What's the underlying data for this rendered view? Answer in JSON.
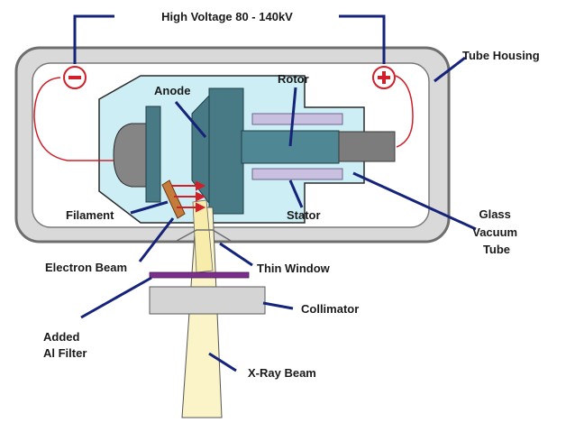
{
  "labels": {
    "high_voltage": "High Voltage 80 - 140kV",
    "tube_housing": "Tube Housing",
    "anode": "Anode",
    "rotor": "Rotor",
    "stator": "Stator",
    "filament": "Filament",
    "glass_vacuum_tube": [
      "Glass",
      "Vacuum",
      "Tube"
    ],
    "electron_beam": "Electron Beam",
    "thin_window": "Thin Window",
    "collimator": "Collimator",
    "added_al_filter": [
      "Added",
      "Al Filter"
    ],
    "xray_beam": "X-Ray Beam"
  },
  "terminals": {
    "negative": "−",
    "positive": "+"
  },
  "colors": {
    "wire": "#16237a",
    "housing_fill": "#d9d9d9",
    "housing_stroke": "#6e6e6e",
    "glass_tube": "#cceef4",
    "anode_teal": "#487a85",
    "rotor_teal": "#4f8894",
    "stator_lilac": "#c9c0e0",
    "cathode_grey": "#858585",
    "terminal_red": "#d0202a",
    "filament_orange": "#c57b3c",
    "beam_yellow": "#fbf4c8",
    "filter_purple": "#7a2f8a",
    "collimator_grey": "#d4d4d4"
  }
}
